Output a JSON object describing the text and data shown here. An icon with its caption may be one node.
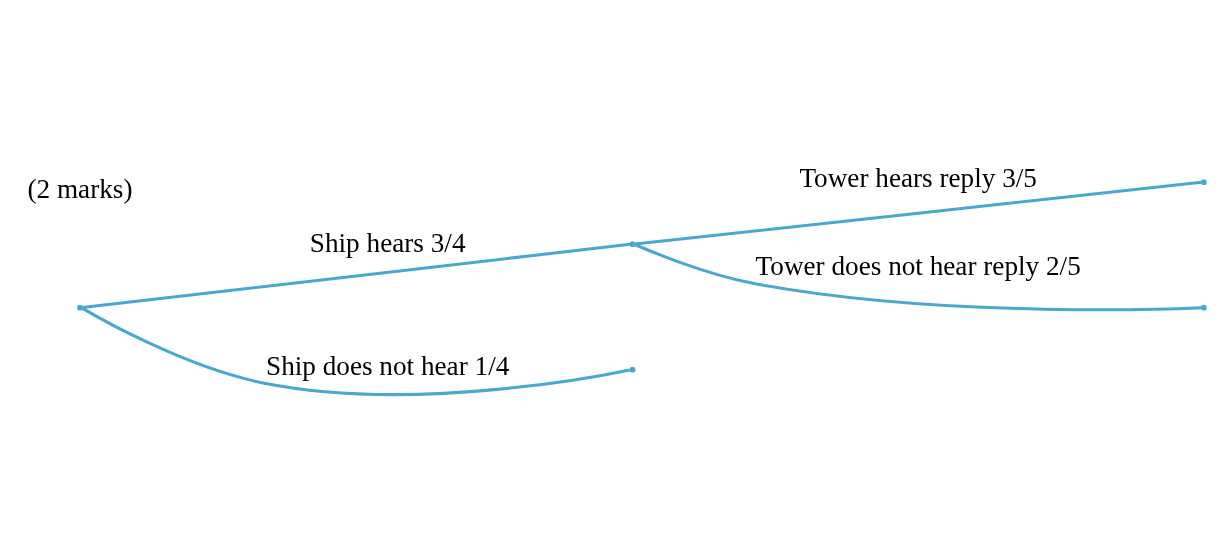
{
  "diagram": {
    "nodes": [
      {
        "text": [],
        "shape": "point"
      },
      {
        "text": [],
        "shape": "point"
      },
      {
        "text": [],
        "shape": "point"
      },
      {
        "text": [],
        "shape": "point"
      },
      {
        "text": [],
        "shape": "point"
      }
    ],
    "edges": [
      {
        "from": 0,
        "to": 1,
        "arrow": "none",
        "label": "Ship hears 3/4"
      },
      {
        "from": 0,
        "to": 2,
        "arrow": "none",
        "label": "Ship does not hear 1/4"
      },
      {
        "from": 1,
        "to": 3,
        "arrow": "none",
        "label": "Tower hears reply 3/5"
      },
      {
        "from": 1,
        "to": 4,
        "arrow": "none",
        "label": "Tower does not hear reply 2/5"
      }
    ],
    "labels": [
      "(2 marks)"
    ]
  }
}
